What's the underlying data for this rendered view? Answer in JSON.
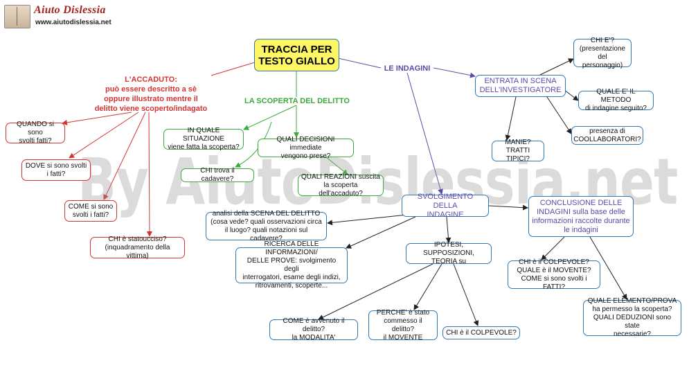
{
  "header": {
    "brand": "Aiuto Dislessia",
    "url": "www.aiutodislessia.net"
  },
  "watermark": "By AiutoDislessia.net",
  "colors": {
    "root_fill": "#fdf665",
    "blue_border": "#2f79b8",
    "green": "#3aaa3a",
    "red": "#d23434",
    "purple": "#5a4aa8"
  },
  "root": "TRACCIA PER\nTESTO GIALLO",
  "labels": {
    "accaduto": "L'ACCADUTO:\npuò essere descritto a sè\noppure illustrato mentre il\ndelitto viene scoperto/indagato",
    "scoperta": "LA SCOPERTA DEL DELITTO",
    "indagini": "LE INDAGINI"
  },
  "accaduto_nodes": {
    "quando": "QUANDO si sono\nsvolti  fatti?",
    "dove": "DOVE si sono svolti\ni fatti?",
    "come": "COME si sono\nsvolti i fatti?",
    "chi": "CHI è statoucciso?\n(inquadramento della vittima)"
  },
  "scoperta_nodes": {
    "situazione": "IN QUALE SITUAZIONE\nviene fatta la scoperta?",
    "cadavere": "CHI trova il cadavere?",
    "decisioni": "QUALI DECISIONI immediate\nvengono prese?",
    "reazioni": "QUALI REAZIONI suscita\nla scoperta dell'accaduto?"
  },
  "indagini_nodes": {
    "entrata": "ENTRATA IN SCENA\nDELL'INVESTIGATORE",
    "chi_e": "CHI E'?\n(presentazione\ndel personaggio)",
    "metodo": "QUALE E' IL METODO\ndi indagine seguito?",
    "collaboratori": "presenza di\nCOOLLABORATORI?",
    "manie": "MANIE?\nTRATTI TIPICI?",
    "svolgimento": "SVOLGIMENTO DELLA\nINDAGINE",
    "analisi": "analisi della SCENA DEL DELITTO\n(cosa vede? quali osservazioni circa\nil luogo? quali notazioni sul cadavere?",
    "ricerca": "RICERCA DELLE INFORMAZIONI/\nDELLE PROVE: svolgimento degli\ninterrogatori, esame degli indizi,\nritrovamenti, scoperte...",
    "ipotesi": "IPOTESI, SUPPOSIZIONI,\nTEORIA su",
    "come_avvenuto": "COME è avvenuto il delitto?\nla MODALITA'",
    "perche": "PERCHE' è stato\ncommesso il delitto?\nil MOVENTE",
    "colpevole": "CHI è il COLPEVOLE?",
    "conclusione": "CONCLUSIONE DELLE\nINDAGINI sulla base delle\ninformazioni raccolte durante\nle indagini",
    "chi_colpevole": "CHI è il COLPEVOLE?\nQUALE è il MOVENTE?\nCOME si sono svolti i FATTI?",
    "elemento": "QUALE ELEMENTO/PROVA\nha permesso la scoperta?\nQUALI DEDUZIONI sono state\nnecessarie?"
  }
}
